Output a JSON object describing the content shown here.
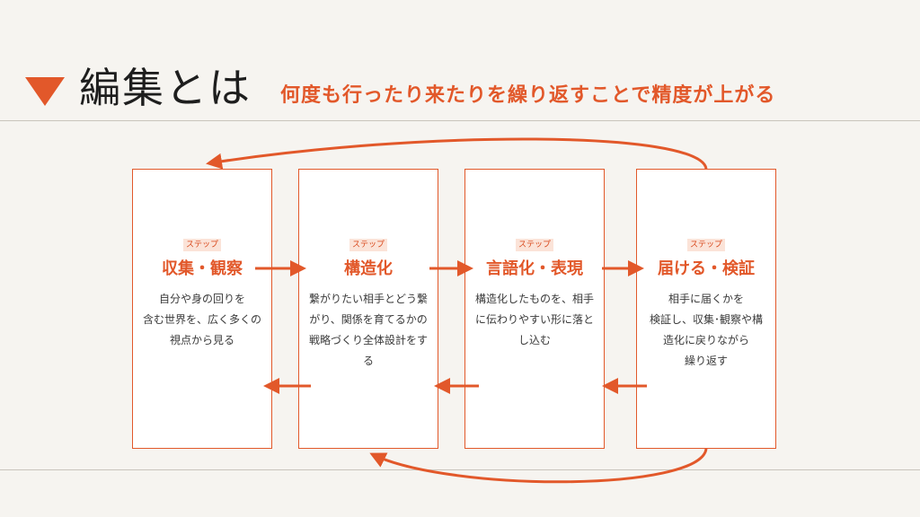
{
  "header": {
    "title": "編集とは",
    "subtitle": "何度も行ったり来たりを繰り返すことで精度が上がる"
  },
  "colors": {
    "accent": "#e2582a",
    "background": "#f6f4f0",
    "card": "#ffffff",
    "tag_background": "#fbe3d8",
    "rule_line": "#c9c4bc"
  },
  "icons": {
    "title_marker": "down-triangle-icon",
    "forward": "arrow-right-icon",
    "backward": "arrow-left-icon",
    "loop": "curved-arrow-icon"
  },
  "steps": [
    {
      "tag": "ステップ",
      "title": "収集・観察",
      "description": "自分や身の回りを\n含む世界を、広く多くの\n視点から見る"
    },
    {
      "tag": "ステップ",
      "title": "構造化",
      "description": "繋がりたい相手とどう繋\nがり、関係を育てるかの\n戦略づくり全体設計をす\nる"
    },
    {
      "tag": "ステップ",
      "title": "言語化・表現",
      "description": "構造化したものを、相手\nに伝わりやすい形に落と\nし込む"
    },
    {
      "tag": "ステップ",
      "title": "届ける・検証",
      "description": "相手に届くかを\n検証し、収集･観察や構\n造化に戻りながら\n繰り返す"
    }
  ]
}
